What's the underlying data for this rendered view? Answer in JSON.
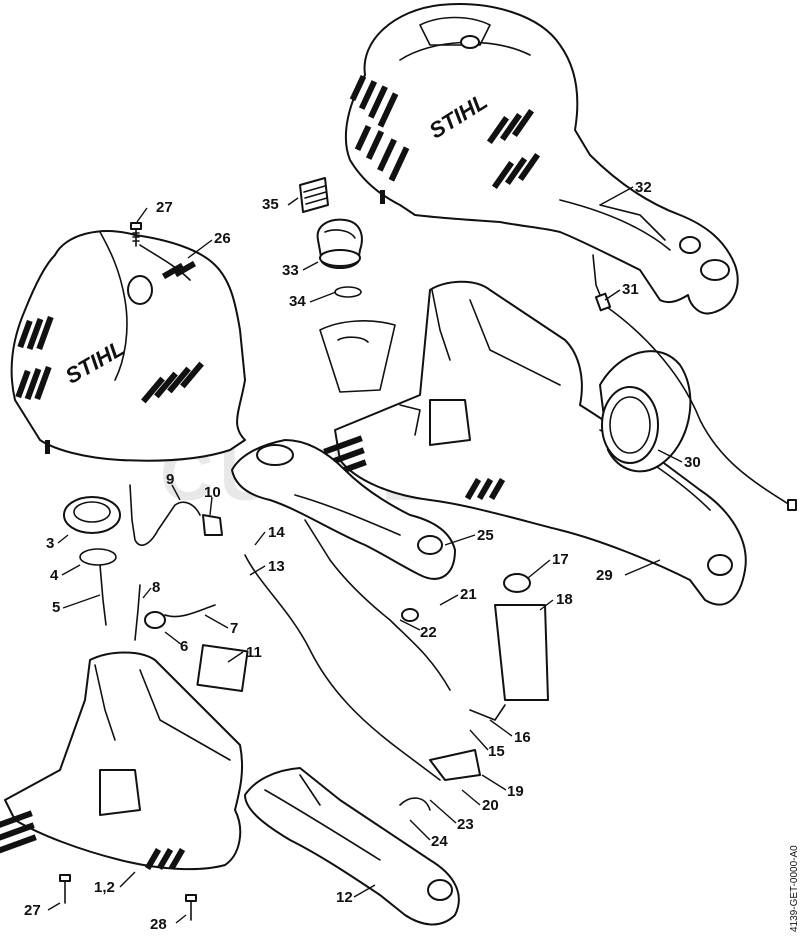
{
  "brand": "STIHL",
  "watermark": "CUTLERS",
  "drawing_code": "4139-GET-0000-A0",
  "callouts": [
    {
      "label": "27"
    },
    {
      "label": "26"
    },
    {
      "label": "35"
    },
    {
      "label": "32"
    },
    {
      "label": "33"
    },
    {
      "label": "34"
    },
    {
      "label": "31"
    },
    {
      "label": "9"
    },
    {
      "label": "10"
    },
    {
      "label": "3"
    },
    {
      "label": "30"
    },
    {
      "label": "14"
    },
    {
      "label": "25"
    },
    {
      "label": "4"
    },
    {
      "label": "13"
    },
    {
      "label": "17"
    },
    {
      "label": "8"
    },
    {
      "label": "29"
    },
    {
      "label": "5"
    },
    {
      "label": "21"
    },
    {
      "label": "18"
    },
    {
      "label": "7"
    },
    {
      "label": "22"
    },
    {
      "label": "6"
    },
    {
      "label": "11"
    },
    {
      "label": "16"
    },
    {
      "label": "15"
    },
    {
      "label": "19"
    },
    {
      "label": "20"
    },
    {
      "label": "23"
    },
    {
      "label": "24"
    },
    {
      "label": "1,2"
    },
    {
      "label": "12"
    },
    {
      "label": "27"
    },
    {
      "label": "28"
    }
  ]
}
